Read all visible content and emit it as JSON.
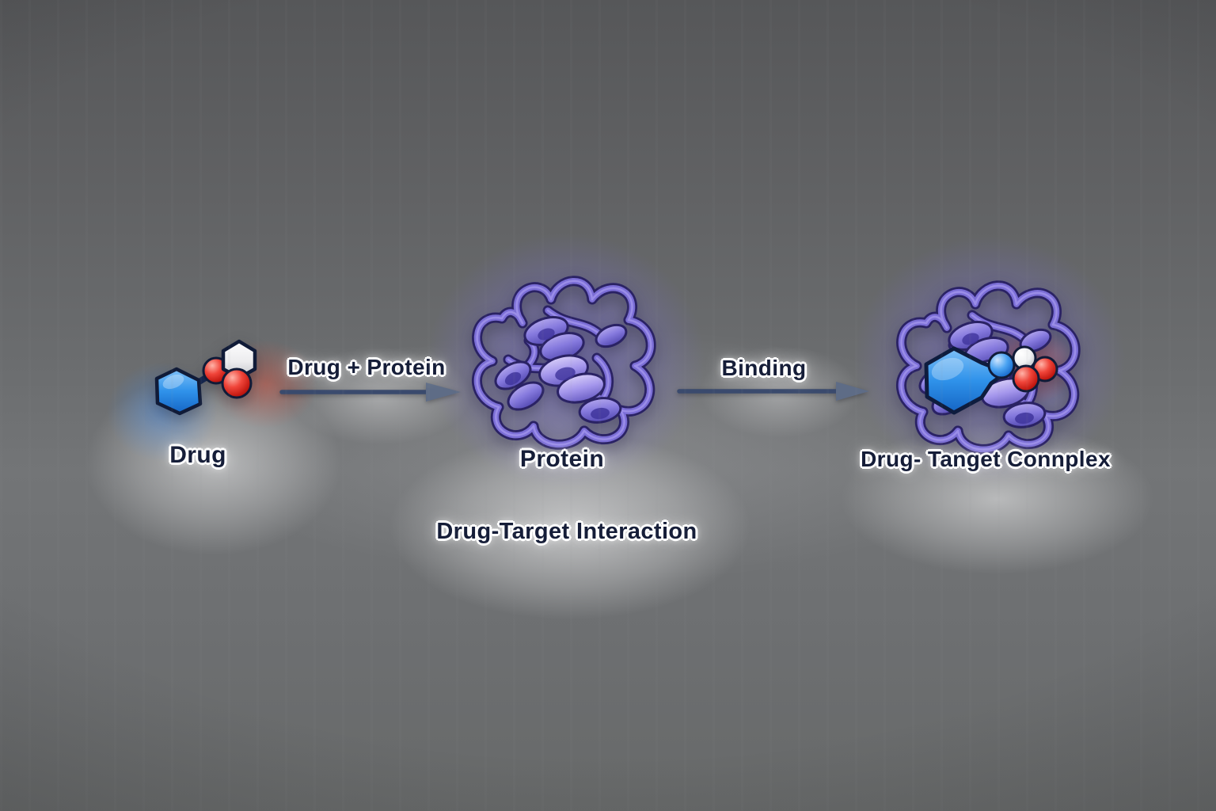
{
  "diagram": {
    "caption": "Drug-Target Interaction",
    "nodes": [
      {
        "id": "drug",
        "label": "Drug",
        "icon": "drug-molecule-icon"
      },
      {
        "id": "protein",
        "label": "Protein",
        "icon": "protein-ribbon-icon"
      },
      {
        "id": "complex",
        "label": "Drug- Tanget Connplex",
        "icon": "drug-target-complex-icon"
      }
    ],
    "arrows": [
      {
        "from": "drug",
        "to": "protein",
        "label": "Drug + Protein"
      },
      {
        "from": "protein",
        "to": "complex",
        "label": "Binding"
      }
    ],
    "colors": {
      "background_top": "#565759",
      "background_mid": "#737577",
      "background_bottom": "#676969",
      "arrow_line": "#3a4a6d",
      "arrow_head": "#5e6c86",
      "label_text": "#151d38",
      "label_halo": "#ffffff",
      "protein_ribbon_light": "#b3a8ee",
      "protein_ribbon_mid": "#7b6ed6",
      "protein_ribbon_dark": "#4a3fa6",
      "protein_outline": "#2a2264",
      "protein_glow": "#766ad6",
      "drug_blue": "#2f92ea",
      "drug_red": "#e63229",
      "drug_white": "#f2f2f4"
    }
  }
}
